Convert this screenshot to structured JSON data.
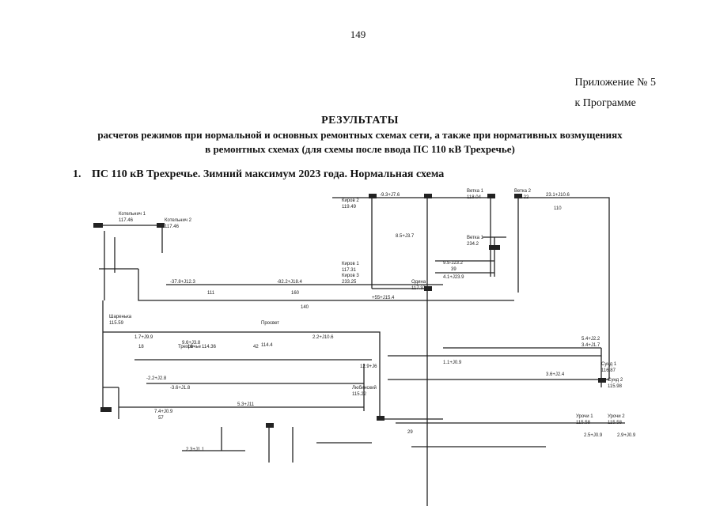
{
  "page_number": "149",
  "appendix": {
    "line1": "Приложение № 5",
    "line2": "к Программе"
  },
  "title": {
    "main": "РЕЗУЛЬТАТЫ",
    "line2": "расчетов режимов при нормальной и основных ремонтных схемах сети, а также при нормативных возмущениях",
    "line3": "в ремонтных схемах (для схемы после ввода ПС 110 кВ Трехречье)"
  },
  "section": {
    "number": "1.",
    "text": "ПС 110 кВ Трехречье. Зимний максимум 2023 года. Нормальная схема"
  },
  "diagram": {
    "substations": [
      {
        "id": "kotelnikov1",
        "name": "Котельнич 1",
        "value": "117.46"
      },
      {
        "id": "kotelnikov2",
        "name": "Котельнич 2",
        "value": "117.46"
      },
      {
        "id": "kirov2",
        "name": "Киров 2",
        "value": "119.49"
      },
      {
        "id": "kirov1",
        "name": "Киров 1",
        "value": "117.31"
      },
      {
        "id": "kirov3",
        "name": "Киров 3",
        "value": "233.25"
      },
      {
        "id": "odina",
        "name": "Одина",
        "value": "117.37"
      },
      {
        "id": "vetka1",
        "name": "Ветка 1",
        "value": "118.04"
      },
      {
        "id": "vetka2",
        "name": "Ветка 2",
        "value": "234.22"
      },
      {
        "id": "vetka3",
        "name": "Ветка 1",
        "value": "234.2"
      },
      {
        "id": "shvedino",
        "name": "Шаренька",
        "value": "115.59"
      },
      {
        "id": "trekhreche",
        "name": "Трехречье",
        "value": "114.36"
      },
      {
        "id": "prostovo",
        "name": "Просвет",
        "value": "114.4"
      },
      {
        "id": "lyubinsky",
        "name": "Любинский",
        "value": "115.22"
      },
      {
        "id": "sun1",
        "name": "Сунд 1",
        "value": "116.87"
      },
      {
        "id": "sun2",
        "name": "Сунд 2",
        "value": "115.98"
      },
      {
        "id": "urochi1",
        "name": "Урочи 1",
        "value": "115.58"
      },
      {
        "id": "urochi2",
        "name": "Урочи 2",
        "value": "115.58"
      }
    ],
    "lines": [
      {
        "id": "l111",
        "label": "111"
      },
      {
        "id": "l160",
        "label": "160"
      },
      {
        "id": "l16",
        "label": "16"
      },
      {
        "id": "l42",
        "label": "42"
      },
      {
        "id": "l18",
        "label": "18"
      },
      {
        "id": "l57",
        "label": "57"
      },
      {
        "id": "l29",
        "label": "29"
      },
      {
        "id": "l39",
        "label": "39"
      },
      {
        "id": "l110",
        "label": "110"
      },
      {
        "id": "l140",
        "label": "140"
      }
    ],
    "flows": [
      "-37.8+J12.3",
      "-82.2+J18.4",
      "+55+J15.4",
      "1.7+J9.9",
      "9.6+J3.8",
      "-2.2+J2.8",
      "7.4+J0.9",
      "12.9+J6",
      "2.2+J10.6",
      "5.3+J11",
      "-3.6+J1.8",
      "2.3+J1.1",
      "1.1+J0.9",
      "3.6+J2.4",
      "23.1+J10.6",
      "-9.3+J7.6",
      "8.5+J3.7",
      "9.5-J23.2",
      "4.1+J23.9",
      "5.4+J2.2",
      "3.4+J1.7",
      "2.5+J0.9",
      "2.9+J0.9"
    ]
  }
}
